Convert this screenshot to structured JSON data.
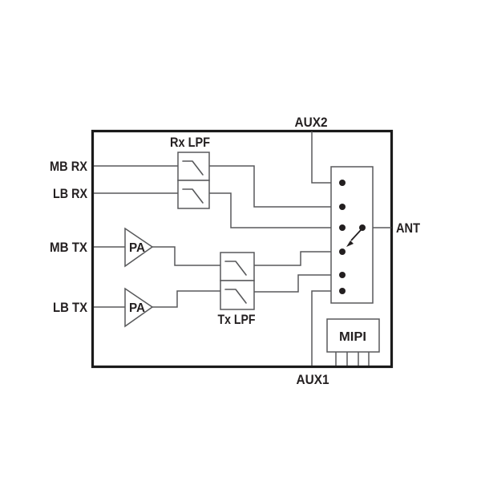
{
  "figure": {
    "title": "rf-front-end-block-diagram",
    "ports": {
      "mb_rx": "MB RX",
      "lb_rx": "LB RX",
      "mb_tx": "MB TX",
      "lb_tx": "LB TX",
      "aux2": "AUX2",
      "aux1": "AUX1",
      "ant": "ANT"
    },
    "blocks": {
      "rx_lpf": "Rx LPF",
      "tx_lpf": "Tx LPF",
      "pa_mb": "PA",
      "pa_lb": "PA",
      "mipi": "MIPI"
    },
    "colors": {
      "background": "#ffffff",
      "ink": "#231f20",
      "line": "#58595b",
      "border": "#1a1a1a"
    }
  }
}
